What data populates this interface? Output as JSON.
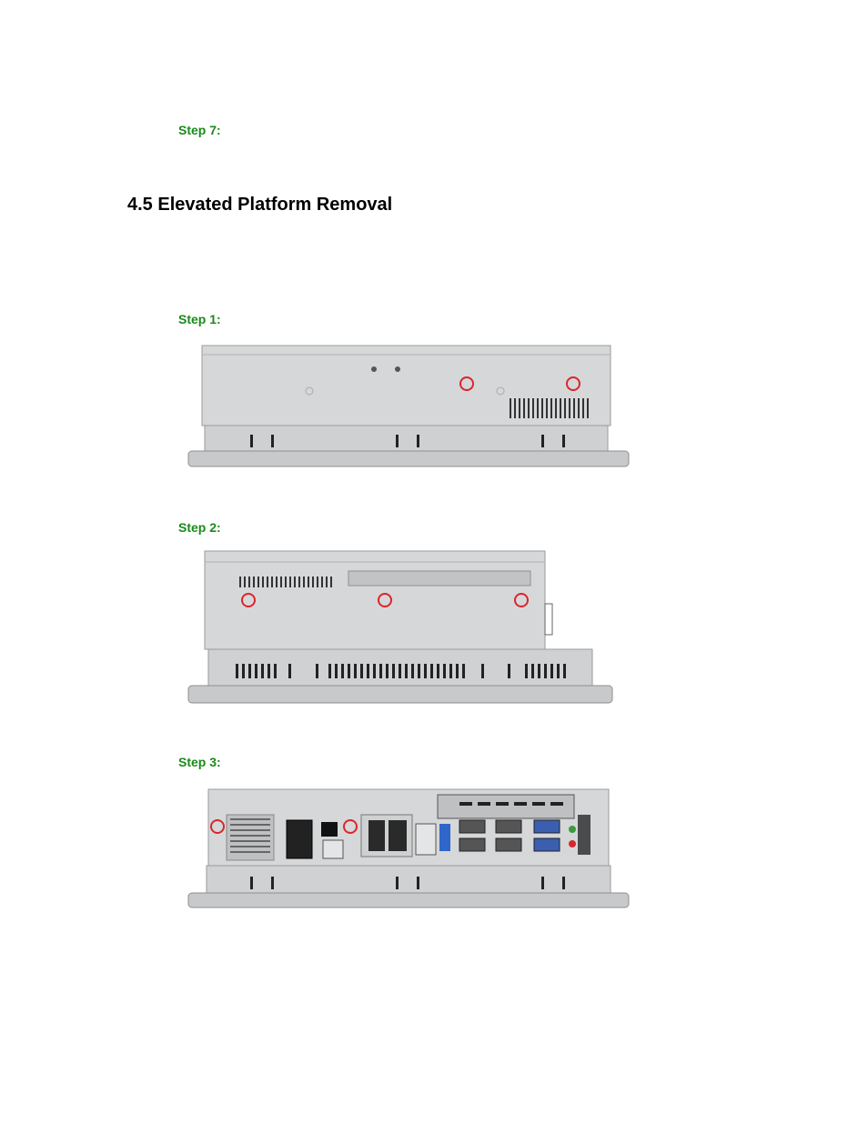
{
  "document": {
    "step7_label": "Step 7:",
    "section_heading": "4.5 Elevated Platform Removal",
    "steps": [
      {
        "label": "Step 1:"
      },
      {
        "label": "Step 2:"
      },
      {
        "label": "Step 3:"
      }
    ]
  },
  "colors": {
    "step_label": "#1a8a1a",
    "screw_highlight": "#d9262c",
    "chassis": "#d3d4d6",
    "bezel": "#c8c9cb"
  }
}
